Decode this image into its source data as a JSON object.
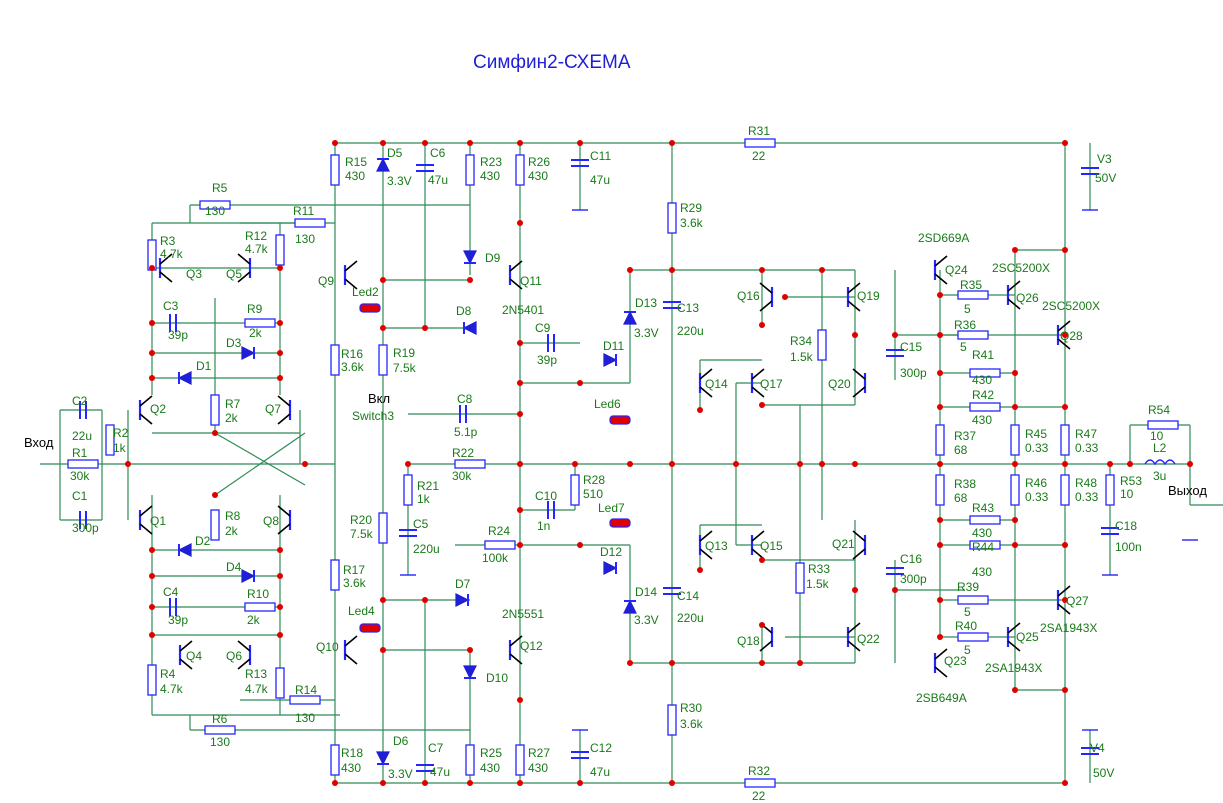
{
  "title": "Симфин2-СХЕМА",
  "labels": {
    "input": "Вход",
    "output": "Выход",
    "switch_name": "Вкл",
    "switch_ref": "Switch3",
    "v3": "V3",
    "v3_val": "50V",
    "v4": "V4",
    "v4_val": "50V"
  },
  "components": [
    {
      "ref": "R1",
      "value": "30k"
    },
    {
      "ref": "R2",
      "value": "1k"
    },
    {
      "ref": "R3",
      "value": "4.7k"
    },
    {
      "ref": "R4",
      "value": "4.7k"
    },
    {
      "ref": "R5",
      "value": "130"
    },
    {
      "ref": "R6",
      "value": "130"
    },
    {
      "ref": "R7",
      "value": "2k"
    },
    {
      "ref": "R8",
      "value": "2k"
    },
    {
      "ref": "R9",
      "value": "2k"
    },
    {
      "ref": "R10",
      "value": "2k"
    },
    {
      "ref": "R11",
      "value": "130"
    },
    {
      "ref": "R12",
      "value": "4.7k"
    },
    {
      "ref": "R13",
      "value": "4.7k"
    },
    {
      "ref": "R14",
      "value": "130"
    },
    {
      "ref": "R15",
      "value": "430"
    },
    {
      "ref": "R16",
      "value": "3.6k"
    },
    {
      "ref": "R17",
      "value": "3.6k"
    },
    {
      "ref": "R18",
      "value": "430"
    },
    {
      "ref": "R19",
      "value": "7.5k"
    },
    {
      "ref": "R20",
      "value": "7.5k"
    },
    {
      "ref": "R21",
      "value": "1k"
    },
    {
      "ref": "R22",
      "value": "30k"
    },
    {
      "ref": "R23",
      "value": "430"
    },
    {
      "ref": "R24",
      "value": "100k"
    },
    {
      "ref": "R25",
      "value": "430"
    },
    {
      "ref": "R26",
      "value": "430"
    },
    {
      "ref": "R27",
      "value": "430"
    },
    {
      "ref": "R28",
      "value": "510"
    },
    {
      "ref": "R29",
      "value": "3.6k"
    },
    {
      "ref": "R30",
      "value": "3.6k"
    },
    {
      "ref": "R31",
      "value": "22"
    },
    {
      "ref": "R32",
      "value": "22"
    },
    {
      "ref": "R33",
      "value": "1.5k"
    },
    {
      "ref": "R34",
      "value": "1.5k"
    },
    {
      "ref": "R35",
      "value": "5"
    },
    {
      "ref": "R36",
      "value": "5"
    },
    {
      "ref": "R37",
      "value": "68"
    },
    {
      "ref": "R38",
      "value": "68"
    },
    {
      "ref": "R39",
      "value": "5"
    },
    {
      "ref": "R40",
      "value": "5"
    },
    {
      "ref": "R41",
      "value": "430"
    },
    {
      "ref": "R42",
      "value": "430"
    },
    {
      "ref": "R43",
      "value": "430"
    },
    {
      "ref": "R44",
      "value": "430"
    },
    {
      "ref": "R45",
      "value": "0.33"
    },
    {
      "ref": "R46",
      "value": "0.33"
    },
    {
      "ref": "R47",
      "value": "0.33"
    },
    {
      "ref": "R48",
      "value": "0.33"
    },
    {
      "ref": "R53",
      "value": "10"
    },
    {
      "ref": "R54",
      "value": "10"
    },
    {
      "ref": "C1",
      "value": "300p"
    },
    {
      "ref": "C2",
      "value": "22u"
    },
    {
      "ref": "C3",
      "value": "39p"
    },
    {
      "ref": "C4",
      "value": "39p"
    },
    {
      "ref": "C5",
      "value": "220u"
    },
    {
      "ref": "C6",
      "value": "47u"
    },
    {
      "ref": "C7",
      "value": "47u"
    },
    {
      "ref": "C8",
      "value": "5.1p"
    },
    {
      "ref": "C9",
      "value": "39p"
    },
    {
      "ref": "C10",
      "value": "1n"
    },
    {
      "ref": "C11",
      "value": "47u"
    },
    {
      "ref": "C12",
      "value": "47u"
    },
    {
      "ref": "C13",
      "value": "220u"
    },
    {
      "ref": "C14",
      "value": "220u"
    },
    {
      "ref": "C15",
      "value": "300p"
    },
    {
      "ref": "C16",
      "value": "300p"
    },
    {
      "ref": "C18",
      "value": "100n"
    },
    {
      "ref": "D5",
      "value": "3.3V"
    },
    {
      "ref": "D6",
      "value": "3.3V"
    },
    {
      "ref": "D13",
      "value": "3.3V"
    },
    {
      "ref": "D14",
      "value": "3.3V"
    },
    {
      "ref": "L2",
      "value": "3u"
    },
    {
      "ref": "Q11",
      "value": "2N5401"
    },
    {
      "ref": "Q12",
      "value": "2N5551"
    },
    {
      "ref": "Q24",
      "value": "2SD669A"
    },
    {
      "ref": "Q23",
      "value": "2SB649A"
    },
    {
      "ref": "Q26",
      "value": "2SC5200X"
    },
    {
      "ref": "Q28",
      "value": "2SC5200X"
    },
    {
      "ref": "Q27",
      "value": "2SA1943X"
    },
    {
      "ref": "Q25",
      "value": "2SA1943X"
    }
  ],
  "plain_refs": [
    "D1",
    "D2",
    "D3",
    "D4",
    "D7",
    "D8",
    "D9",
    "D10",
    "D11",
    "D12",
    "Led2",
    "Led4",
    "Led6",
    "Led7",
    "Q1",
    "Q2",
    "Q3",
    "Q4",
    "Q5",
    "Q6",
    "Q7",
    "Q8",
    "Q9",
    "Q10",
    "Q13",
    "Q14",
    "Q15",
    "Q16",
    "Q17",
    "Q18",
    "Q19",
    "Q20",
    "Q21",
    "Q22"
  ]
}
